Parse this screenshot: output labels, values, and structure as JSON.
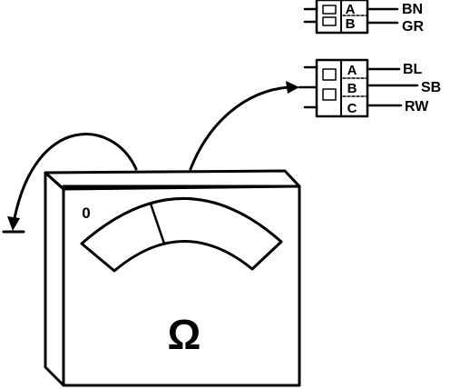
{
  "connector_top": {
    "terminals": [
      "A",
      "B"
    ],
    "wires": [
      "BN",
      "GR"
    ]
  },
  "connector_bottom": {
    "terminals": [
      "A",
      "B",
      "C"
    ],
    "wires": [
      "BL",
      "SB",
      "RW"
    ]
  },
  "meter": {
    "scale_zero": "0",
    "unit_symbol": "Ω"
  },
  "colors": {
    "ink": "#000000",
    "paper": "#ffffff"
  }
}
